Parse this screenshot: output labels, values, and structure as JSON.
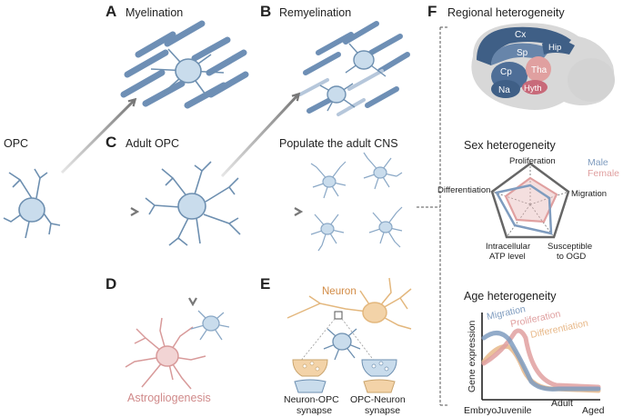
{
  "panels": {
    "A": {
      "letter": "A",
      "title": "Myelination"
    },
    "B": {
      "letter": "B",
      "title": "Remyelination"
    },
    "C": {
      "letter": "C",
      "title": "Adult OPC"
    },
    "D": {
      "letter": "D",
      "label": "Astrogliogenesis"
    },
    "E": {
      "letter": "E",
      "neuron_label": "Neuron",
      "synapse1": [
        "Neuron-OPC",
        "synapse"
      ],
      "synapse2": [
        "OPC-Neuron",
        "synapse"
      ]
    },
    "F": {
      "letter": "F",
      "title": "Regional heterogeneity"
    }
  },
  "opc_label": "OPC",
  "populate_label": "Populate the adult CNS",
  "brain_regions": [
    "Cx",
    "Sp",
    "Hip",
    "Cp",
    "Na",
    "Tha",
    "Hyth"
  ],
  "sex": {
    "title": "Sex heterogeneity",
    "legend": [
      {
        "name": "Male",
        "color": "#7f9cbf"
      },
      {
        "name": "Female",
        "color": "#e0a0a0"
      }
    ],
    "axes": [
      "Proliferation",
      "Migration",
      "Susceptible to OGD",
      "Intracellular ATP level",
      "Differentiation"
    ],
    "axis_lines": {
      "Susceptible to OGD": [
        "Susceptible",
        "to OGD"
      ],
      "Intracellular ATP level": [
        "Intracellular",
        "ATP level"
      ]
    }
  },
  "age": {
    "title": "Age heterogeneity",
    "ylabel": "Gene expression",
    "xticks": [
      "Embryo",
      "Juvenile",
      "Adult",
      "Aged"
    ],
    "series": [
      {
        "name": "Migration",
        "color": "#7f9cbf"
      },
      {
        "name": "Proliferation",
        "color": "#e0a0a0"
      },
      {
        "name": "Differentiation",
        "color": "#e8b98a"
      }
    ]
  },
  "colors": {
    "cell_body": "#c9dcec",
    "cell_outline": "#6d8fb0",
    "myelin": "#6e8fb5",
    "astro": "#d89a9a",
    "neuron": "#f3d3a8",
    "arrow": "#777777"
  }
}
